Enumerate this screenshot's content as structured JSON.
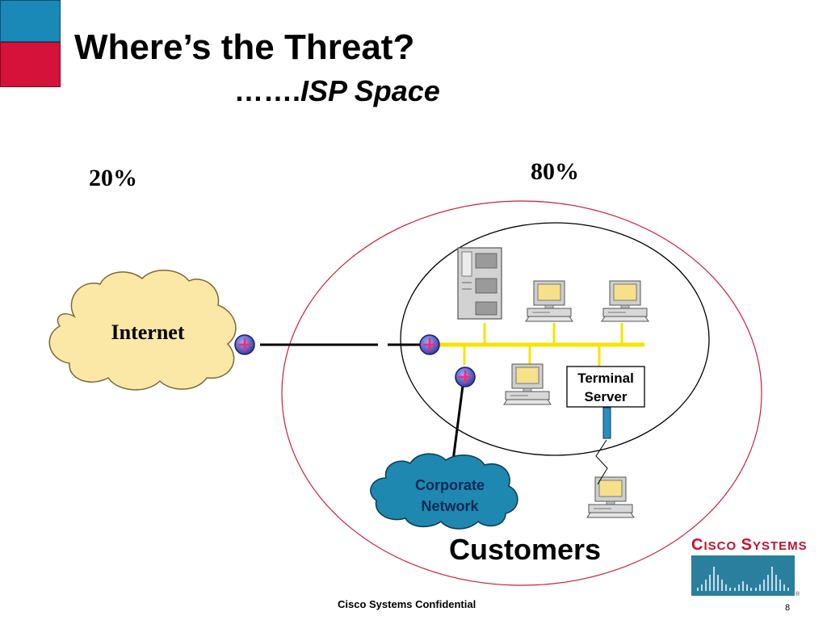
{
  "slide": {
    "title": "Where’s the Threat?",
    "subtitle_prefix": "…….",
    "subtitle_emph": "ISP Space",
    "percent_left": "20%",
    "percent_right": "80%",
    "customers_label": "Customers",
    "footer": "Cisco Systems Confidential",
    "page_number": "8"
  },
  "diagram": {
    "internet_label": "Internet",
    "terminal_server_line1": "Terminal",
    "terminal_server_line2": "Server",
    "corporate_line1": "Corporate",
    "corporate_line2": "Network"
  },
  "logo": {
    "text_big_1": "C",
    "text_small_1": "ISCO",
    "text_big_2": "S",
    "text_small_2": "YSTEMS",
    "registered": "®"
  },
  "colors": {
    "accent_blue": "#1a89b8",
    "accent_red": "#d5123a",
    "bus_yellow": "#f5e400",
    "logo_red": "#c8102e",
    "logo_teal": "#2a7f9e",
    "internet_cloud": "#fbe8a6",
    "corporate_cloud": "#1e88b0"
  }
}
